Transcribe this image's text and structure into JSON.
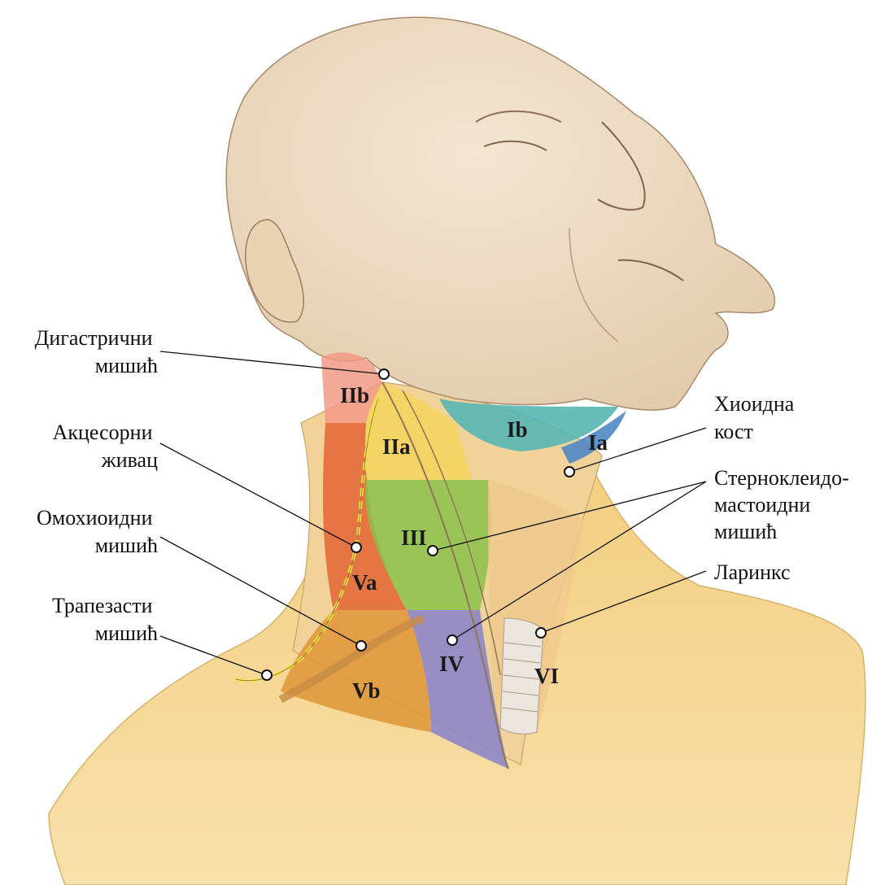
{
  "zones": {
    "ia": "Ia",
    "ib": "Ib",
    "iia": "IIa",
    "iib": "IIb",
    "iii": "III",
    "iv": "IV",
    "va": "Va",
    "vb": "Vb",
    "vi": "VI"
  },
  "labels": {
    "digastric": [
      "Дигастрични",
      "мишић"
    ],
    "accessory": [
      "Акцесорни",
      "живац"
    ],
    "omohyoid": [
      "Омохиоидни",
      "мишић"
    ],
    "trapezius": [
      "Трапезасти",
      "мишић"
    ],
    "hyoid": [
      "Хиоидна",
      "кост"
    ],
    "scm": [
      "Стерноклеидо-",
      "мастоидни",
      "мишић"
    ],
    "larynx": [
      "Ларинкс"
    ]
  },
  "colors": {
    "skin": "#efdcc3",
    "skin_shadow": "#d9c2a3",
    "shoulder": "#f3cd7d",
    "zone_ia": "#4f86c6",
    "zone_ib": "#55b6b3",
    "zone_iia": "#f5d35a",
    "zone_iib": "#f29a86",
    "zone_iii": "#8cc14a",
    "zone_iv": "#8e86c8",
    "zone_va": "#e36b3b",
    "zone_vb": "#e0993c",
    "zone_vi": "#f0c98c"
  }
}
